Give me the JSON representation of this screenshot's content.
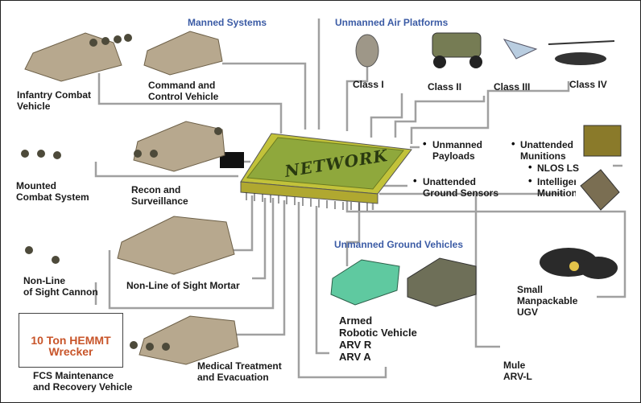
{
  "headers": {
    "manned": "Manned Systems",
    "uav": "Unmanned Air Platforms",
    "ugv": "Unmanned Ground Vehicles"
  },
  "network_label": "NETWORK",
  "manned_systems": {
    "infantry": "Infantry Combat\nVehicle",
    "command": "Command and\nControl Vehicle",
    "mounted": "Mounted\nCombat System",
    "recon": "Recon and\nSurveillance",
    "nlos_cannon": "Non-Line\nof Sight Cannon",
    "nlos_mortar": "Non-Line of Sight Mortar",
    "medical": "Medical Treatment\nand Evacuation",
    "fcs_maint": "FCS Maintenance\nand Recovery Vehicle",
    "wrecker": "10 Ton HEMMT\nWrecker"
  },
  "uav_classes": [
    "Class I",
    "Class II",
    "Class III",
    "Class IV"
  ],
  "payloads": "Unmanned\nPayloads",
  "sensors": "Unattended\nGround Sensors",
  "munitions": {
    "title": "Unattended\nMunitions",
    "items": [
      "NLOS LS",
      "Intelligent Munitions"
    ]
  },
  "ugv": {
    "arv": "Armed\nRobotic Vehicle\nARV R\nARV A",
    "small": "Small\nManpackable\nUGV",
    "mule": "Mule\nARV-L"
  },
  "colors": {
    "header_blue": "#3b5ba5",
    "wrecker_orange": "#c8552a",
    "wire_gray": "#9a9a9a",
    "chip_green": "#8fa83c"
  }
}
